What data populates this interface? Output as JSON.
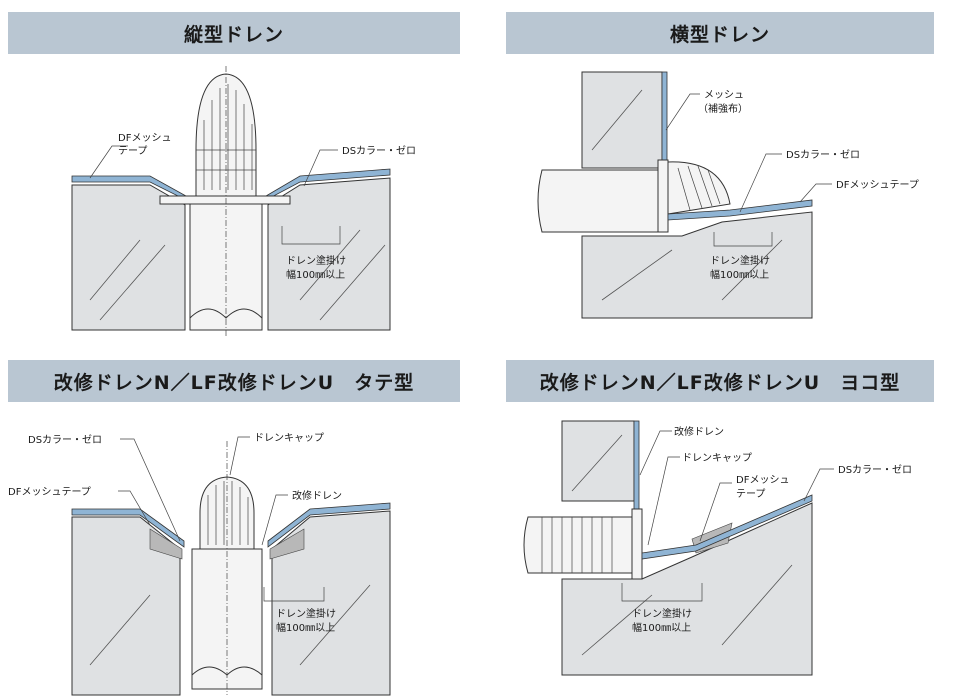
{
  "panels": [
    {
      "title": "縦型ドレン",
      "labels": {
        "mesh_tape": [
          "DFメッシュ",
          "テープ"
        ],
        "collar": "DSカラー・ゼロ",
        "coating": [
          "ドレン塗掛け",
          "幅100㎜以上"
        ]
      }
    },
    {
      "title": "横型ドレン",
      "labels": {
        "mesh": [
          "メッシュ",
          "（補強布）"
        ],
        "collar": "DSカラー・ゼロ",
        "mesh_tape": "DFメッシュテープ",
        "coating": [
          "ドレン塗掛け",
          "幅100㎜以上"
        ]
      }
    },
    {
      "title": "改修ドレンN／LF改修ドレンU　タテ型",
      "labels": {
        "collar": "DSカラー・ゼロ",
        "cap": "ドレンキャップ",
        "mesh_tape": "DFメッシュテープ",
        "repair_drain": "改修ドレン",
        "coating": [
          "ドレン塗掛け",
          "幅100㎜以上"
        ]
      }
    },
    {
      "title": "改修ドレンN／LF改修ドレンU　ヨコ型",
      "labels": {
        "repair_drain": "改修ドレン",
        "cap": "ドレンキャップ",
        "mesh_tape": [
          "DFメッシュ",
          "テープ"
        ],
        "collar": "DSカラー・ゼロ",
        "coating": [
          "ドレン塗掛け",
          "幅100㎜以上"
        ]
      }
    }
  ]
}
